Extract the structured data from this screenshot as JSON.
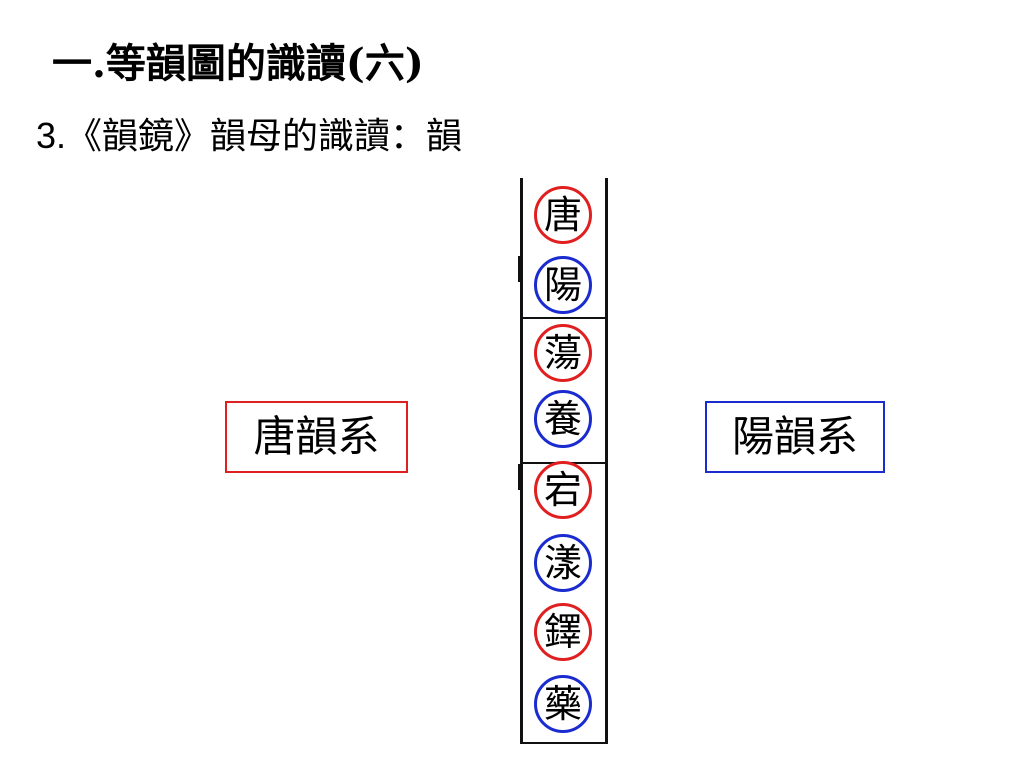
{
  "title": "一.等韻圖的識讀(六)",
  "subtitle": {
    "number": "3.",
    "text": "《韻鏡》韻母的識讀：韻"
  },
  "left_label": "唐韻系",
  "right_label": "陽韻系",
  "colors": {
    "red": "#e02020",
    "blue": "#1a2bd0"
  },
  "column_chars": [
    {
      "char": "唐",
      "color": "red"
    },
    {
      "char": "陽",
      "color": "blue"
    },
    {
      "char": "蕩",
      "color": "red"
    },
    {
      "char": "養",
      "color": "blue"
    },
    {
      "char": "宕",
      "color": "red"
    },
    {
      "char": "漾",
      "color": "blue"
    },
    {
      "char": "鐸",
      "color": "red"
    },
    {
      "char": "藥",
      "color": "blue"
    }
  ]
}
